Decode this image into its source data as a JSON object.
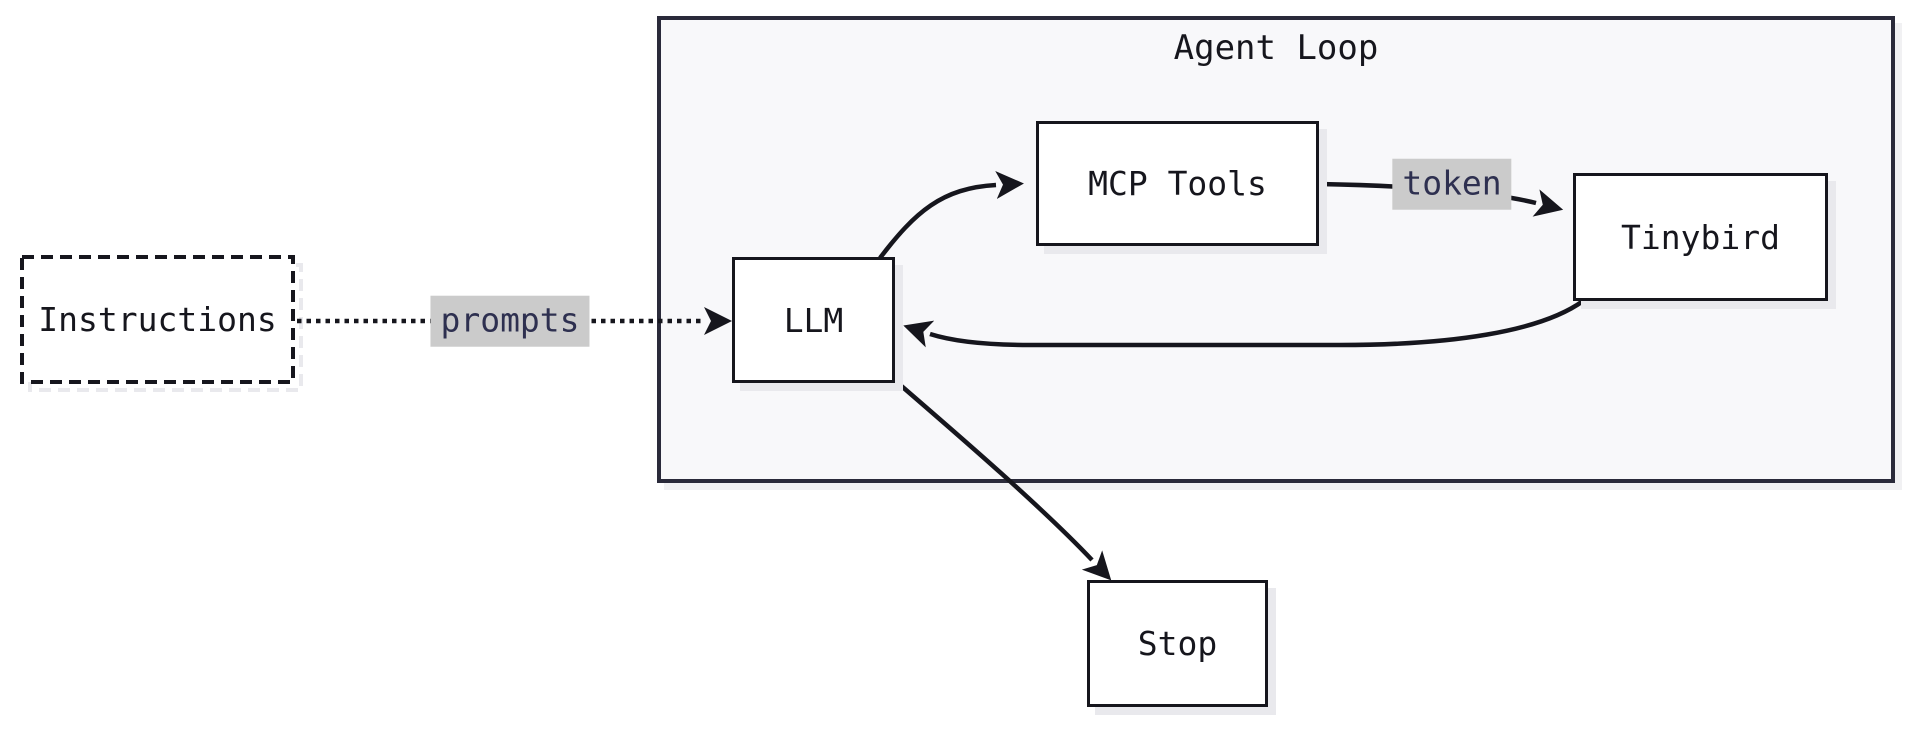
{
  "colors": {
    "cluster_border": "#2a2a3a",
    "cluster_fill": "#f8f8fa",
    "node_border": "#16161d",
    "node_fill": "#ffffff",
    "edge": "#16161d",
    "edge_label_bg": "#cbcbcb",
    "edge_label_text": "#2e3050",
    "shadow": "#e9e9ed",
    "text": "#16161d",
    "page_bg": "#ffffff"
  },
  "diagram": {
    "cluster": {
      "title": "Agent Loop"
    },
    "nodes": {
      "instructions": {
        "label": "Instructions"
      },
      "llm": {
        "label": "LLM"
      },
      "mcp": {
        "label": "MCP Tools"
      },
      "tinybird": {
        "label": "Tinybird"
      },
      "stop": {
        "label": "Stop"
      }
    },
    "edge_labels": {
      "prompts": "prompts",
      "token": "token"
    }
  }
}
